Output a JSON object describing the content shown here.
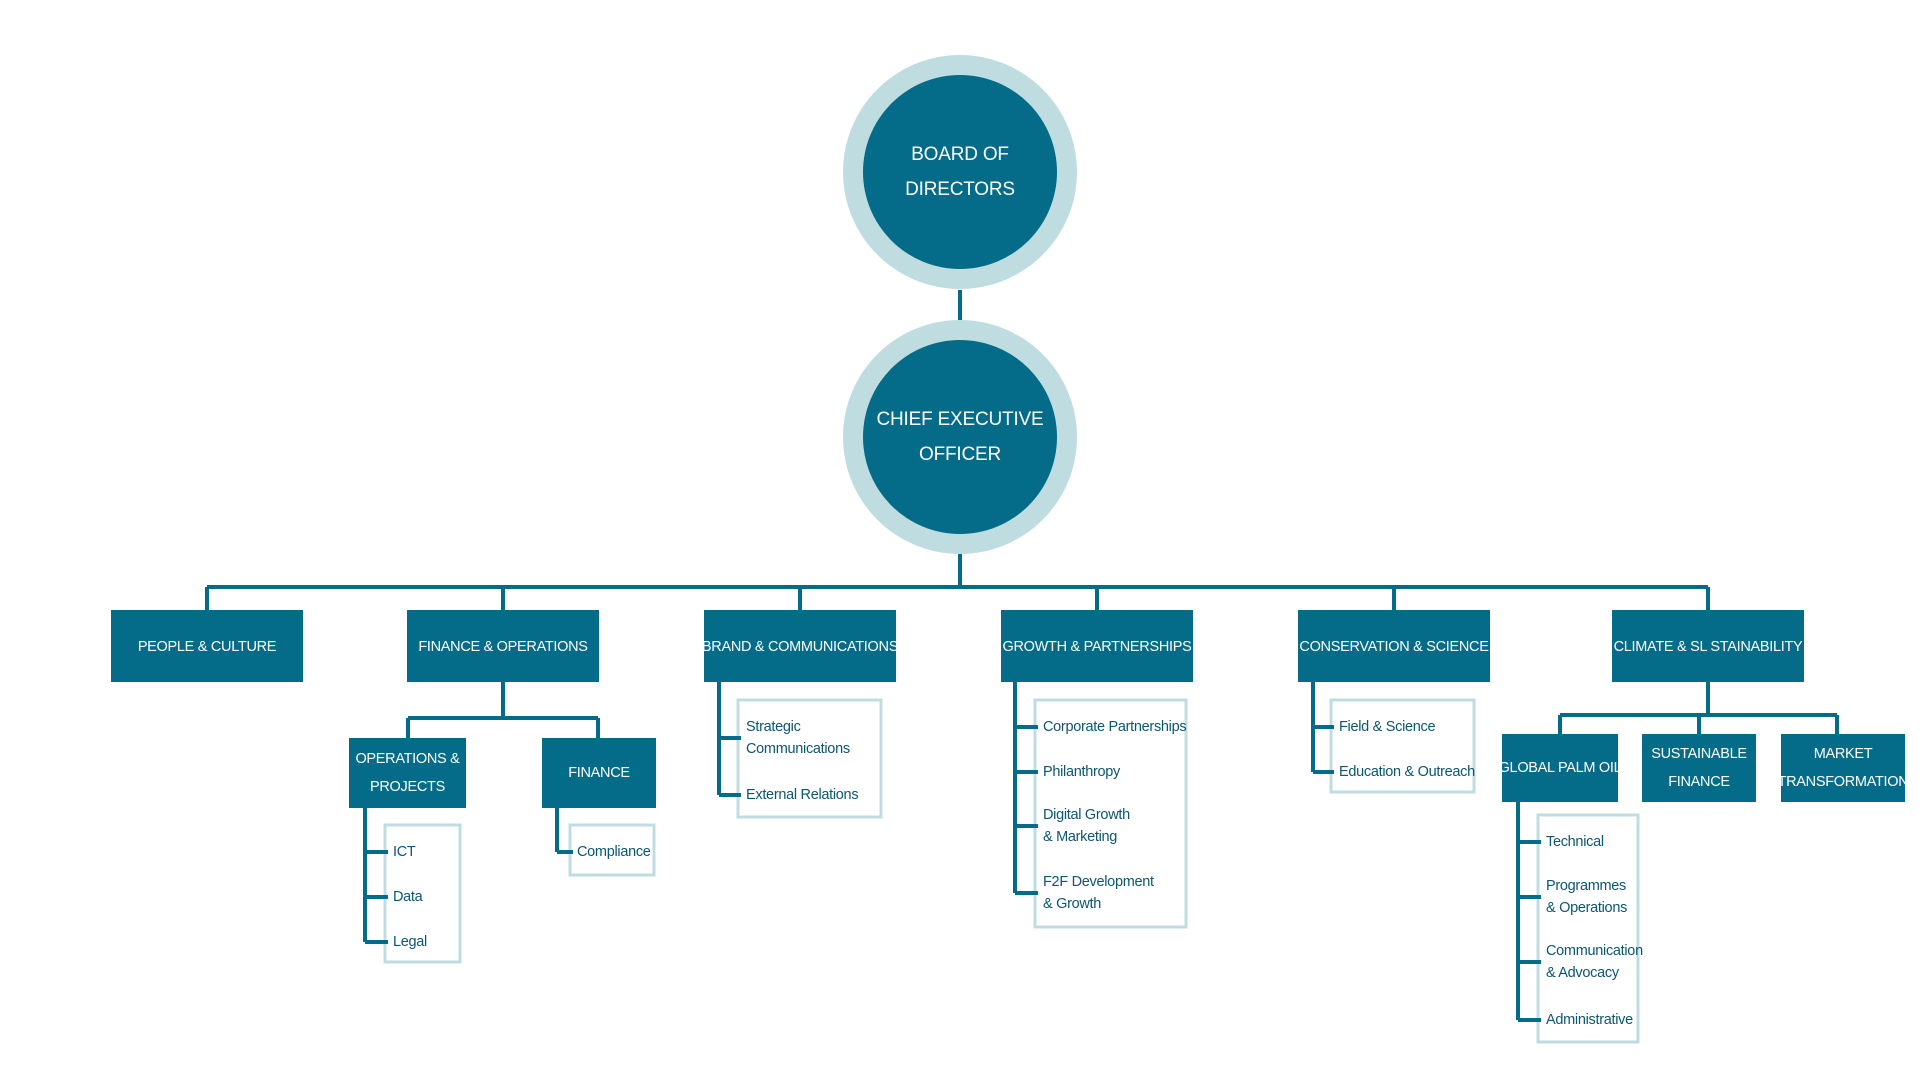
{
  "org": {
    "board": {
      "lines": [
        "BOARD OF",
        "DIRECTORS"
      ]
    },
    "ceo": {
      "lines": [
        "CHIEF EXECUTIVE",
        "OFFICER"
      ]
    },
    "departments": {
      "people": {
        "lines": [
          "PEOPLE & CULTURE"
        ]
      },
      "finops": {
        "lines": [
          "FINANCE & OPERATIONS"
        ]
      },
      "brand": {
        "lines": [
          "BRAND & COMMUNICATIONS"
        ]
      },
      "growth": {
        "lines": [
          "GROWTH & PARTNERSHIPS"
        ]
      },
      "conservation": {
        "lines": [
          "CONSERVATION & SCIENCE"
        ]
      },
      "climate": {
        "lines": [
          "CLIMATE & SL STAINABILITY"
        ]
      }
    },
    "sub_units": {
      "opsprojects": {
        "lines": [
          "OPERATIONS &",
          "PROJECTS"
        ]
      },
      "finance": {
        "lines": [
          "FINANCE"
        ]
      },
      "palmoil": {
        "lines": [
          "GLOBAL PALM OIL"
        ]
      },
      "susfinance": {
        "lines": [
          "SUSTAINABLE",
          "FINANCE"
        ]
      },
      "market": {
        "lines": [
          "MARKET",
          "TRANSFORMATION"
        ]
      }
    },
    "teams": {
      "opsprojects": [
        {
          "lines": [
            "ICT"
          ]
        },
        {
          "lines": [
            "Data"
          ]
        },
        {
          "lines": [
            "Legal"
          ]
        }
      ],
      "finance": [
        {
          "lines": [
            "Compliance"
          ]
        }
      ],
      "brand": [
        {
          "lines": [
            "Strategic",
            "Communications"
          ]
        },
        {
          "lines": [
            "External Relations"
          ]
        }
      ],
      "growth": [
        {
          "lines": [
            "Corporate Partnerships"
          ]
        },
        {
          "lines": [
            "Philanthropy"
          ]
        },
        {
          "lines": [
            "Digital Growth",
            "& Marketing"
          ]
        },
        {
          "lines": [
            "F2F Development",
            "& Growth"
          ]
        }
      ],
      "conservation": [
        {
          "lines": [
            "Field & Science"
          ]
        },
        {
          "lines": [
            "Education & Outreach"
          ]
        }
      ],
      "palmoil": [
        {
          "lines": [
            "Technical"
          ]
        },
        {
          "lines": [
            "Programmes",
            "& Operations"
          ]
        },
        {
          "lines": [
            "Communication",
            "& Advocacy"
          ]
        },
        {
          "lines": [
            "Administrative"
          ]
        }
      ]
    }
  },
  "colors": {
    "primary": "#046b88",
    "light": "#bfdde0",
    "text_dark": "#0b5670",
    "background": "#ffffff"
  }
}
